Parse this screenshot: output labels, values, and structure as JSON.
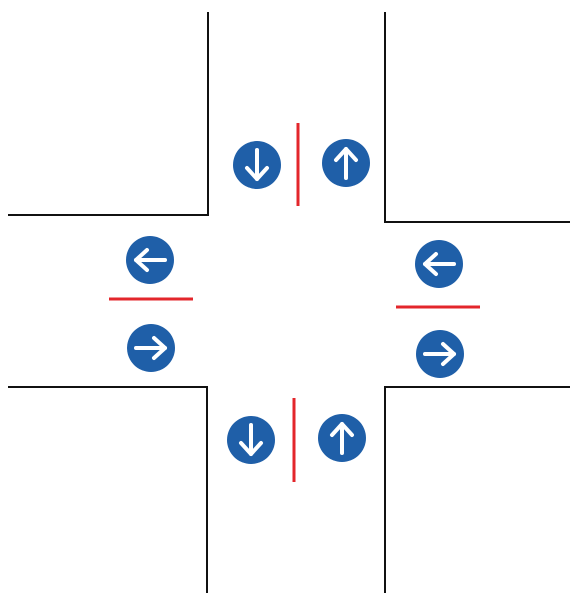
{
  "colors": {
    "background": "#ffffff",
    "road_edge": "#111111",
    "sign_fill": "#1f5fa8",
    "sign_symbol": "#ffffff",
    "lane_divider": "#e3262b"
  },
  "intersection": {
    "approaches": [
      {
        "side": "north",
        "divider": "vertical",
        "signs": [
          {
            "icon": "arrow-down-icon",
            "direction": "down"
          },
          {
            "icon": "arrow-up-icon",
            "direction": "up"
          }
        ]
      },
      {
        "side": "west",
        "divider": "horizontal",
        "signs": [
          {
            "icon": "arrow-left-icon",
            "direction": "left"
          },
          {
            "icon": "arrow-right-icon",
            "direction": "right"
          }
        ]
      },
      {
        "side": "east",
        "divider": "horizontal",
        "signs": [
          {
            "icon": "arrow-left-icon",
            "direction": "left"
          },
          {
            "icon": "arrow-right-icon",
            "direction": "right"
          }
        ]
      },
      {
        "side": "south",
        "divider": "vertical",
        "signs": [
          {
            "icon": "arrow-down-icon",
            "direction": "down"
          },
          {
            "icon": "arrow-up-icon",
            "direction": "up"
          }
        ]
      }
    ]
  }
}
